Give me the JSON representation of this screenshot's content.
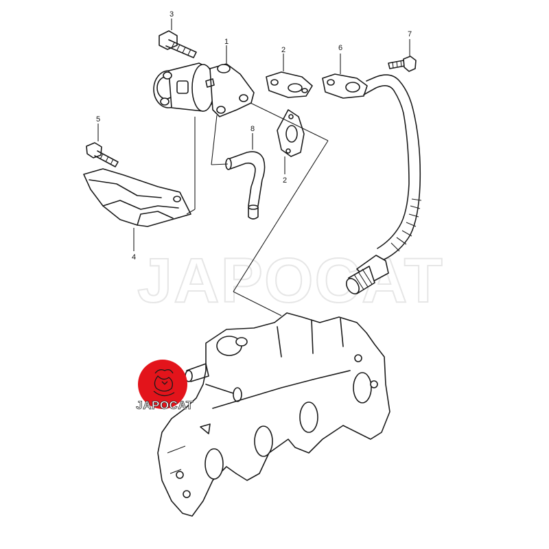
{
  "watermark": {
    "text": "JAPOCAT",
    "color": "#e6e6e6"
  },
  "logo": {
    "text": "JAPOCAT",
    "circle_color": "#e3141b"
  },
  "callouts": [
    "1",
    "2",
    "2",
    "3",
    "4",
    "5",
    "6",
    "7",
    "8"
  ],
  "colors": {
    "line": "#1a1a1a",
    "background": "#ffffff"
  }
}
